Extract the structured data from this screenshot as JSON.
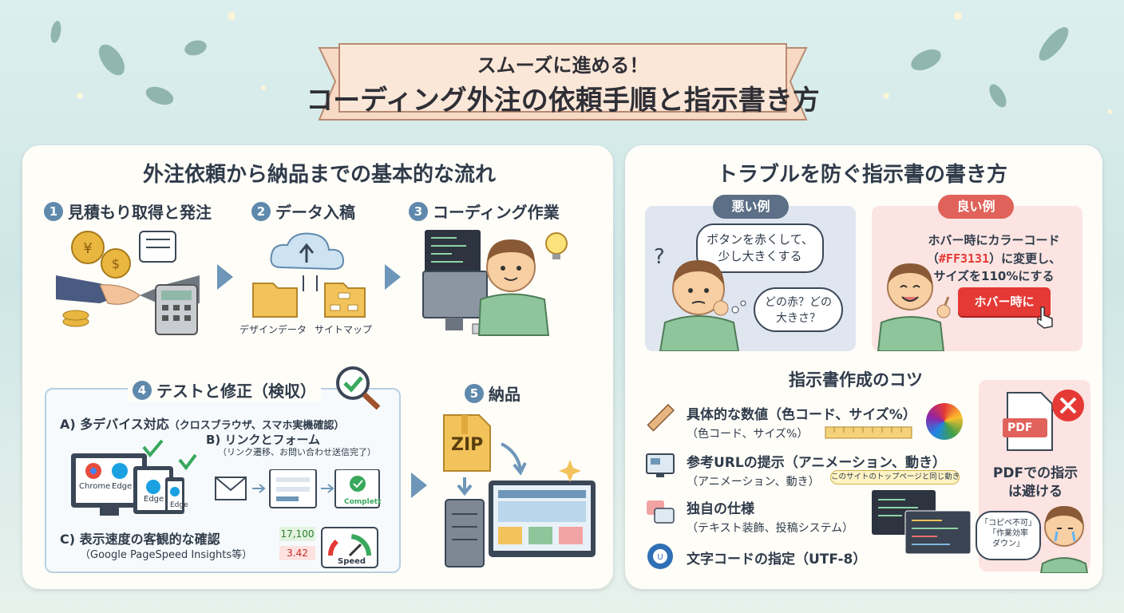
{
  "banner": {
    "subtitle": "スムーズに進める！",
    "title": "コーディング外注の依頼手順と指示書き方"
  },
  "left": {
    "title": "外注依頼から納品までの基本的な流れ",
    "steps": [
      {
        "num": "1",
        "label": "見積もり取得と発注"
      },
      {
        "num": "2",
        "label": "データ入稿"
      },
      {
        "num": "3",
        "label": "コーディング作業"
      },
      {
        "num": "4",
        "label": "テストと修正（検収）"
      },
      {
        "num": "5",
        "label": "納品"
      }
    ],
    "data_labels": {
      "design": "デザインデータ",
      "sitemap": "サイトマップ"
    },
    "test": {
      "a": "A) 多デバイス対応",
      "a_note": "（クロスブラウザ、スマホ実機確認）",
      "b": "B) リンクとフォーム",
      "b_note": "（リンク遷移、お問い合わせ送信完了）",
      "c": "C) 表示速度の客観的な確認",
      "c_note": "（Google PageSpeed Insights等）",
      "browsers": [
        "Chrome",
        "Edge",
        "Edge",
        "Edge"
      ],
      "complete": "Complett",
      "score_high": "17,100",
      "score_low": "3.42",
      "speed": "Speed"
    },
    "zip": "ZIP"
  },
  "right": {
    "title": "トラブルを防ぐ指示書の書き方",
    "bad": {
      "label": "悪い例",
      "bubble": "ボタンを赤くして、少し大きくする",
      "thought": "どの赤？どの大きさ？"
    },
    "good": {
      "label": "良い例",
      "line1": "ホバー時にカラーコード",
      "code": "#FF3131",
      "line2": "）に変更し、",
      "paren": "（",
      "line3": "サイズを110%にする",
      "button": "ホバー時に"
    },
    "tips_title": "指示書作成のコツ",
    "tips": [
      {
        "title": "具体的な数値（色コード、サイズ%）",
        "sub": "（色コード、サイズ%）"
      },
      {
        "title": "参考URLの提示（アニメーション、動き）",
        "sub": "（アニメーション、動き）"
      },
      {
        "title": "独自の仕様",
        "sub": "（テキスト装飾、投稿システム）"
      },
      {
        "title": "文字コードの指定（UTF-8）",
        "sub": ""
      }
    ],
    "ref_note": "このサイトのトップページと同じ動き",
    "pdf": {
      "icon": "PDF",
      "line1": "PDFでの指示",
      "line2": "は避ける",
      "quote1": "「コピペ不可」",
      "quote2": "「作業効率",
      "quote3": "ダウン」"
    }
  },
  "colors": {
    "accent": "#5f89ad",
    "red": "#e53935",
    "panel": "#fffdf8"
  }
}
